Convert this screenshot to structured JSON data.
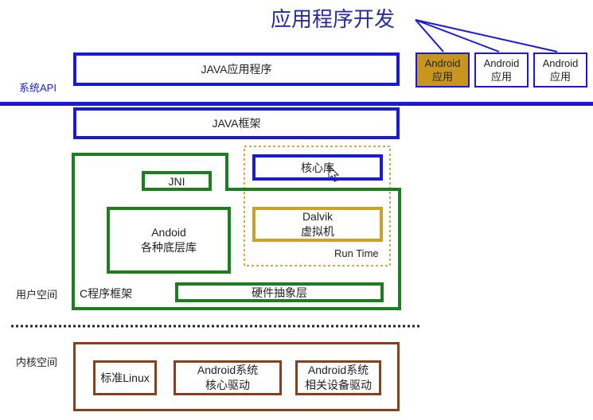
{
  "title": "应用程序开发",
  "apps": [
    {
      "name": "Android",
      "sub": "应用"
    },
    {
      "name": "Android",
      "sub": "应用"
    },
    {
      "name": "Android",
      "sub": "应用"
    }
  ],
  "layers": {
    "java_apps": "JAVA应用程序",
    "system_api": "系统API",
    "java_framework": "JAVA框架",
    "jni": "JNI",
    "core_libs": "核心库",
    "native_libs_line1": "Andoid",
    "native_libs_line2": "各种底层库",
    "dalvik_line1": "Dalvik",
    "dalvik_line2": "虚拟机",
    "runtime": "Run Time",
    "c_framework": "C程序框架",
    "hal": "硬件抽象层",
    "user_space": "用户空间",
    "kernel_space": "内核空间",
    "linux": "标准Linux",
    "core_driver_line1": "Android系统",
    "core_driver_line2": "核心驱动",
    "device_driver_line1": "Android系统",
    "device_driver_line2": "相关设备驱动"
  },
  "colors": {
    "blue": "#1a1ad6",
    "green": "#1e7d1e",
    "brown": "#8b3e1a",
    "gold": "#c9a227",
    "title": "#2a2aa0"
  }
}
